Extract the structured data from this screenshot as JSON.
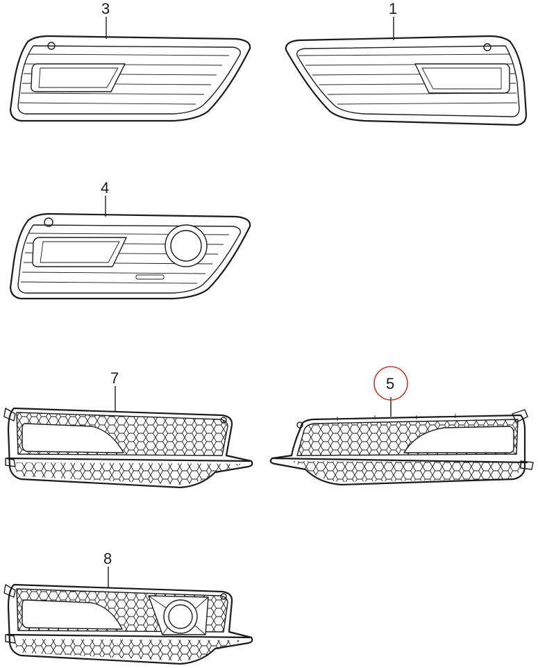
{
  "parts": [
    {
      "id": "part-3",
      "label": "3"
    },
    {
      "id": "part-1",
      "label": "1"
    },
    {
      "id": "part-4",
      "label": "4"
    },
    {
      "id": "part-7",
      "label": "7"
    },
    {
      "id": "part-5",
      "label": "5",
      "highlighted": true
    },
    {
      "id": "part-8",
      "label": "8"
    }
  ],
  "colors": {
    "ink": "#1a1a1a",
    "highlight": "#c0392b",
    "background": "#ffffff"
  }
}
